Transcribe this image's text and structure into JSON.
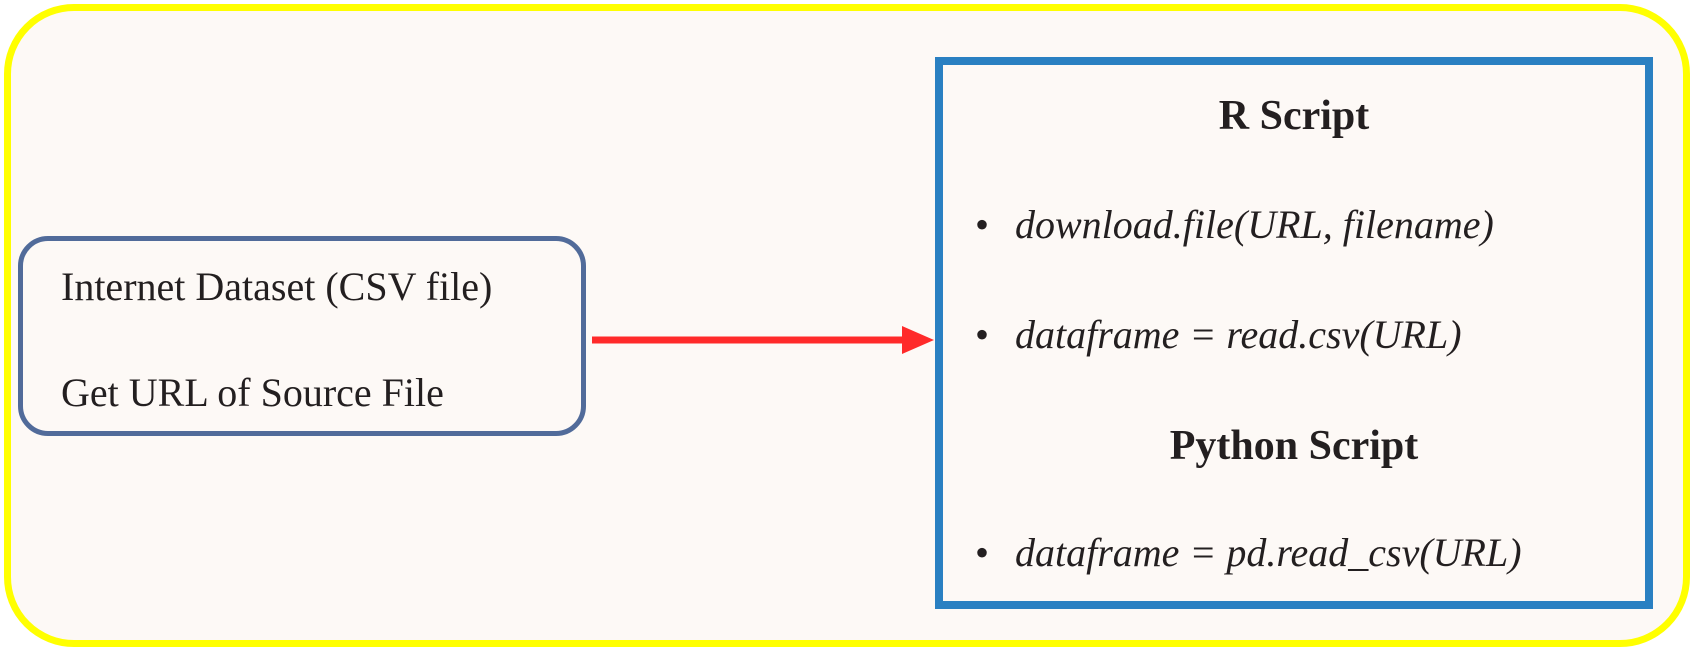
{
  "source": {
    "line1": "Internet Dataset (CSV file)",
    "line2": "Get URL of Source File"
  },
  "arrow": {
    "color": "#ff2a2a"
  },
  "scripts": {
    "r_title": "R Script",
    "r_items": [
      "download.file(URL, filename)",
      "dataframe = read.csv(URL)"
    ],
    "python_title": "Python Script",
    "python_items": [
      "dataframe = pd.read_csv(URL)"
    ],
    "bullet": "•"
  },
  "colors": {
    "outer_border": "#ffff00",
    "source_border": "#516b9a",
    "script_border": "#2a80c2",
    "background": "#fdf9f6"
  }
}
